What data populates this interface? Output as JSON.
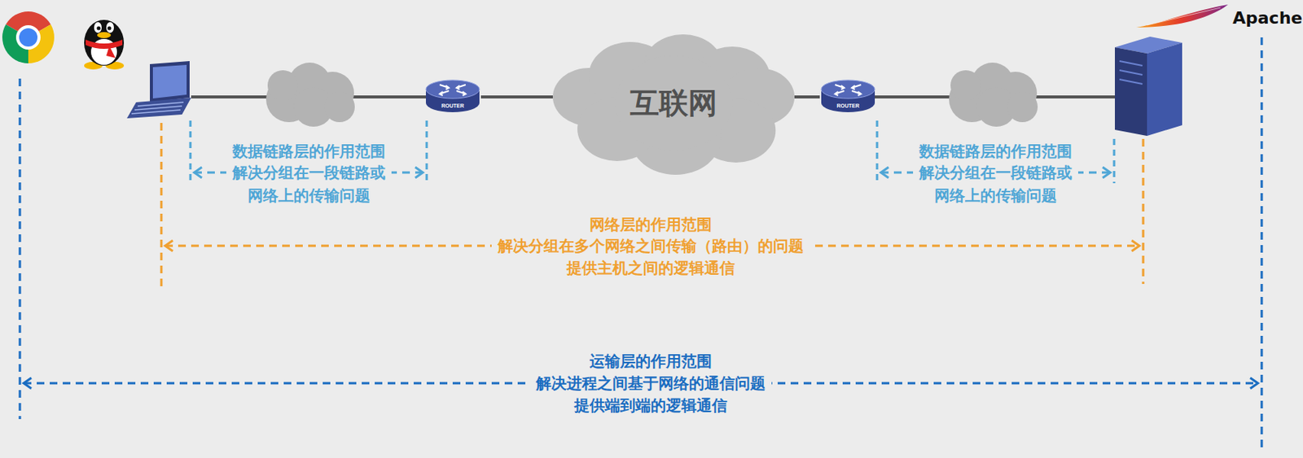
{
  "diagram": {
    "nodes": [
      {
        "text": [
          "ROUTER"
        ]
      },
      {
        "text": [
          "互联网"
        ]
      },
      {
        "text": [
          "ROUTER"
        ]
      }
    ],
    "edges": [
      {
        "from": 0,
        "to": 1,
        "arrow": "none"
      },
      {
        "from": 1,
        "to": 2,
        "arrow": "none"
      }
    ],
    "labels": [
      "Apache",
      "数据链路层的作用范围",
      "解决分组在一段链路或",
      "网络上的传输问题",
      "数据链路层的作用范围",
      "解决分组在一段链路或",
      "网络上的传输问题",
      "网络层的作用范围",
      "解决分组在多个网络之间传输（路由）的问题",
      "提供主机之间的逻辑通信",
      "运输层的作用范围",
      "解决进程之间基于网络的通信问题",
      "提供端到端的逻辑通信"
    ]
  }
}
